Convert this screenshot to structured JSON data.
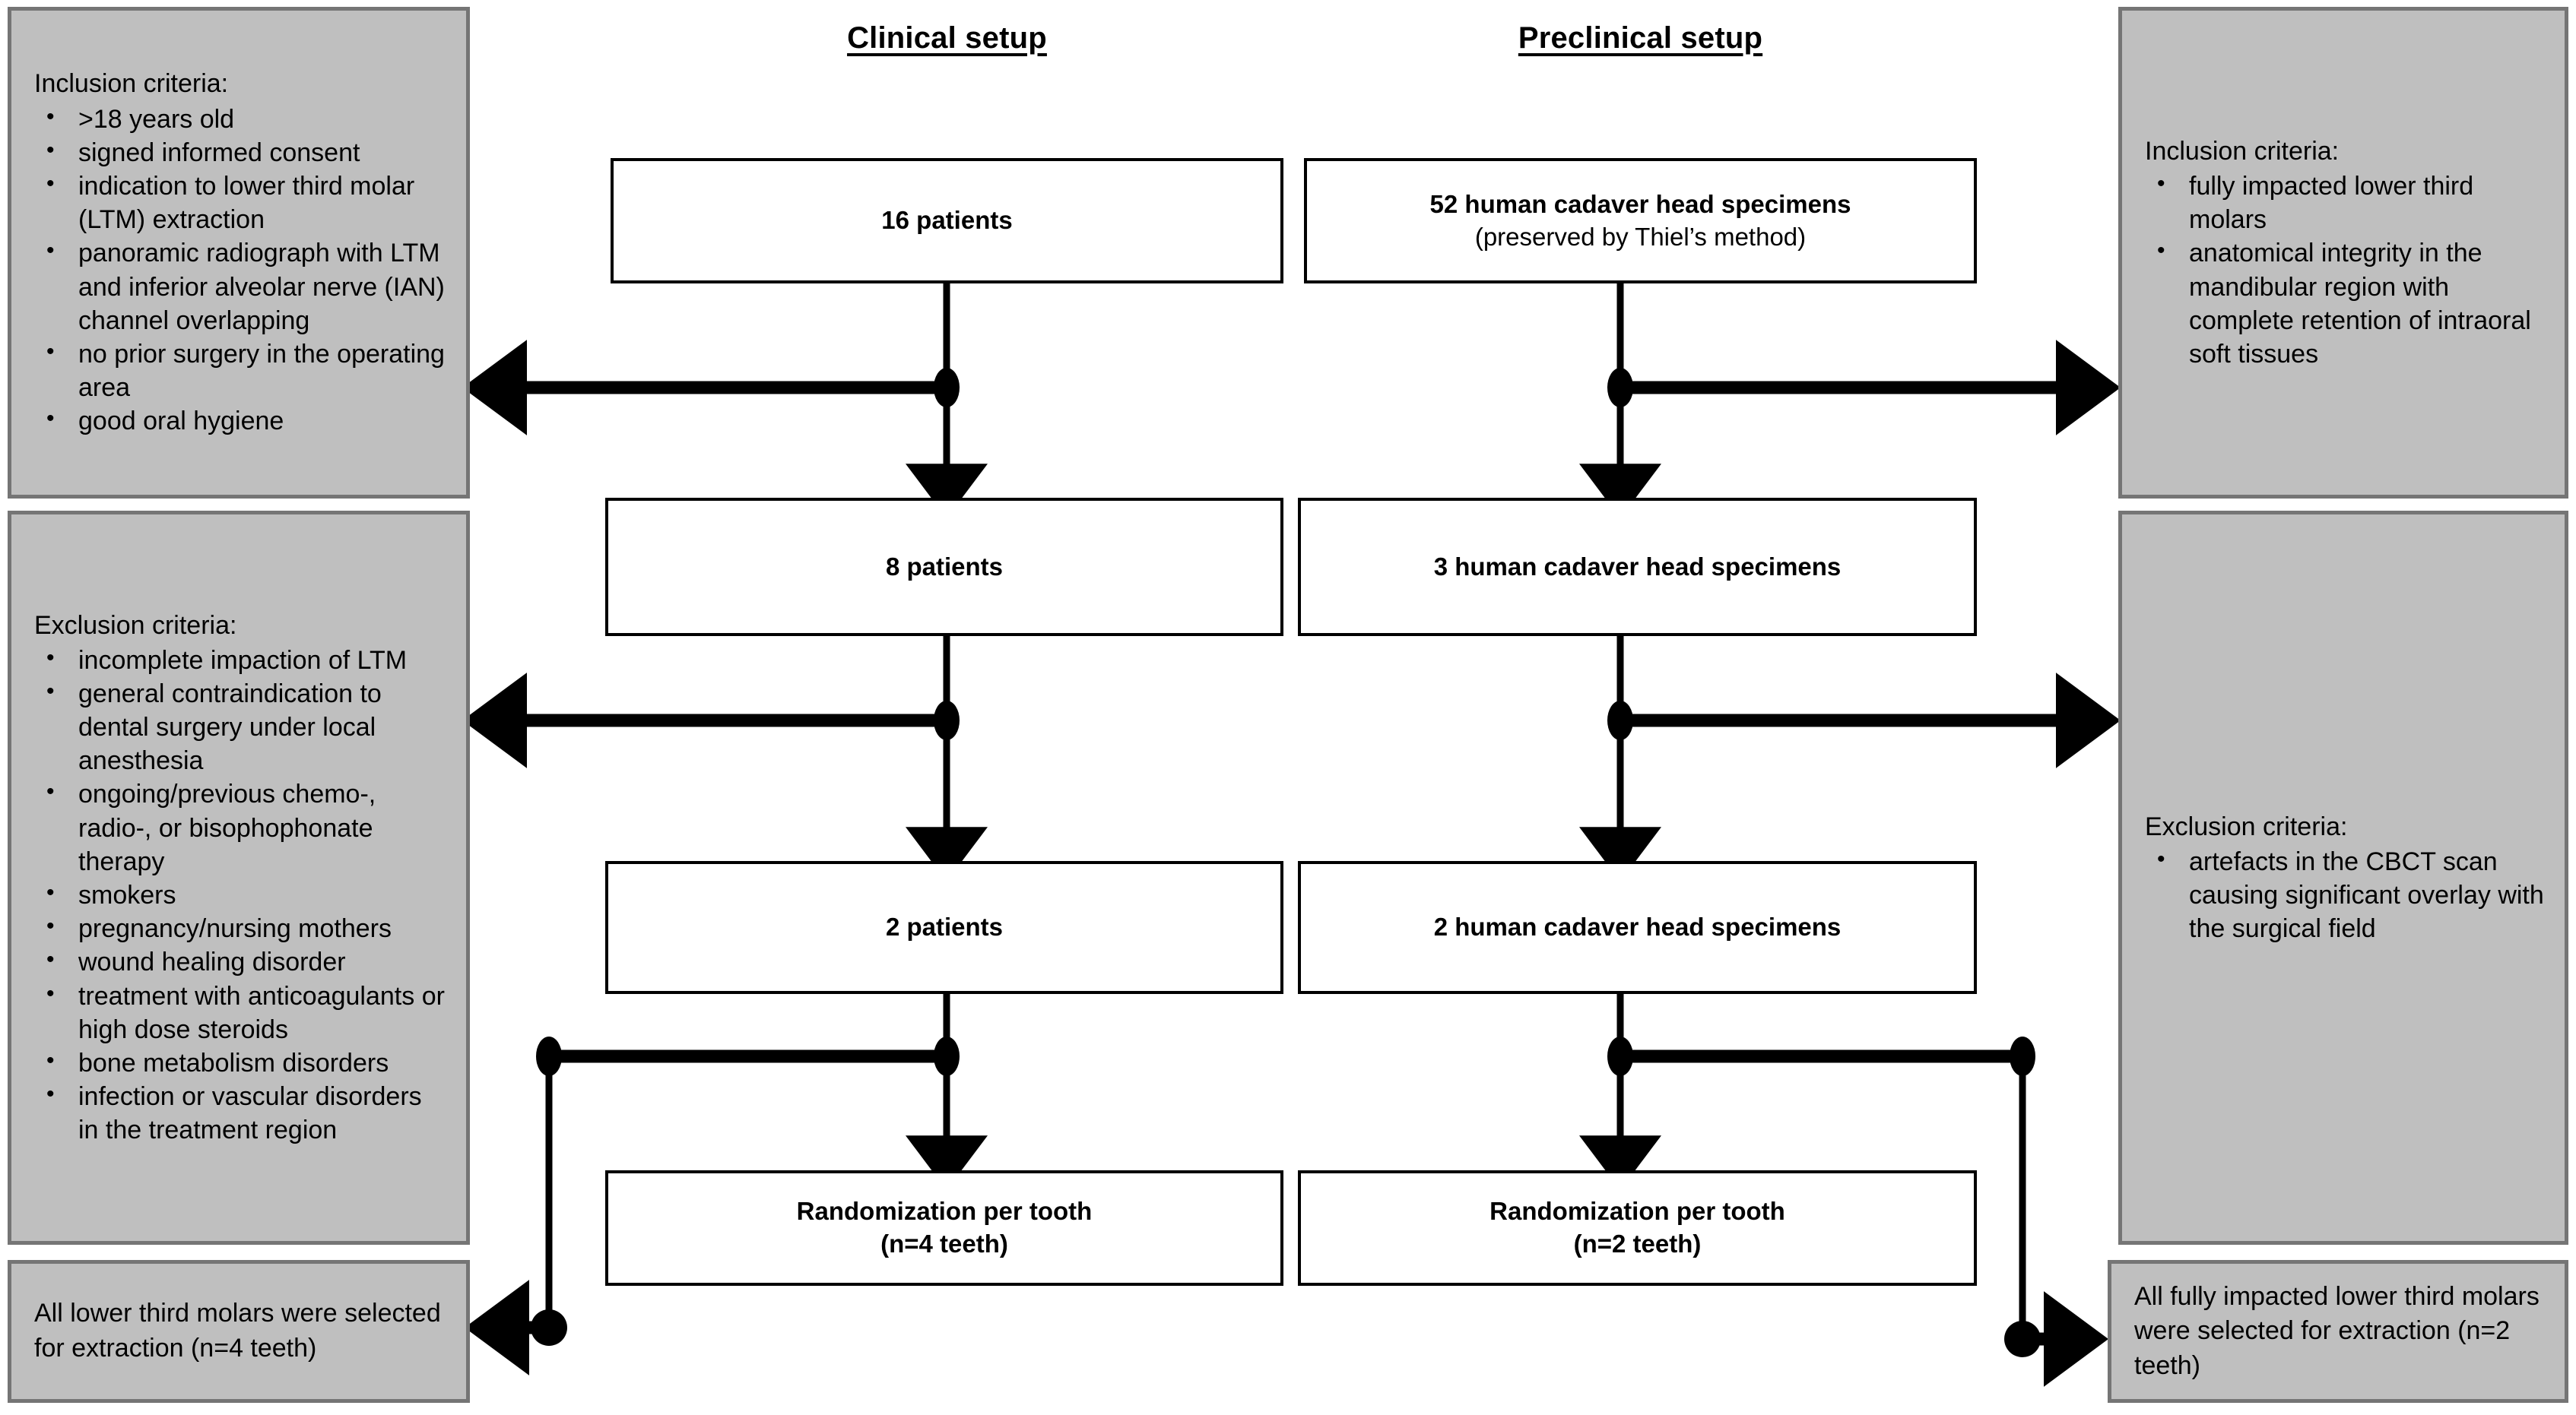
{
  "palette": {
    "grey_fill": "#bfbfbf",
    "grey_border": "#757575",
    "line": "#000000",
    "box_fill": "#ffffff",
    "box_border": "#000000"
  },
  "columns": [
    {
      "id": "clinical",
      "heading": "Clinical setup"
    },
    {
      "id": "preclinical",
      "heading": "Preclinical setup"
    }
  ],
  "flow": {
    "clinical": {
      "stage1": {
        "line1": "16 patients",
        "line2": ""
      },
      "stage2": {
        "line1": "8 patients",
        "line2": ""
      },
      "stage3": {
        "line1": "2 patients",
        "line2": ""
      },
      "stage4": {
        "line1": "Randomization per tooth",
        "line2": "(n=4 teeth)"
      }
    },
    "preclinical": {
      "stage1": {
        "line1": "52 human cadaver head specimens",
        "line2": "(preserved by Thiel’s method)"
      },
      "stage2": {
        "line1": "3 human cadaver head specimens",
        "line2": ""
      },
      "stage3": {
        "line1": "2 human cadaver head specimens",
        "line2": ""
      },
      "stage4": {
        "line1": "Randomization per tooth",
        "line2": "(n=2 teeth)"
      }
    }
  },
  "left_panel": {
    "inclusion": {
      "title": "Inclusion criteria:",
      "items": [
        ">18 years old",
        "signed informed consent",
        "indication to lower third molar (LTM) extraction",
        "panoramic radiograph with LTM and inferior alveolar nerve (IAN) channel overlapping",
        "no prior surgery in the operating area",
        "good oral hygiene"
      ]
    },
    "exclusion": {
      "title": "Exclusion criteria:",
      "items": [
        "incomplete impaction of LTM",
        "general contraindication to dental surgery under local anesthesia",
        "ongoing/previous chemo-, radio-, or bisophophonate therapy",
        "smokers",
        "pregnancy/nursing mothers",
        "wound healing disorder",
        "treatment with anticoagulants or high dose steroids",
        "bone metabolism disorders",
        "infection or vascular disorders in the treatment region"
      ]
    },
    "outcome": {
      "text": "All lower third molars were selected for extraction (n=4 teeth)"
    }
  },
  "right_panel": {
    "inclusion": {
      "title": "Inclusion criteria:",
      "items": [
        "fully impacted lower third molars",
        "anatomical integrity in the mandibular region with complete retention of intraoral soft tissues"
      ]
    },
    "exclusion": {
      "title": "Exclusion criteria:",
      "items": [
        "artefacts in the CBCT scan causing significant overlay with the surgical field"
      ]
    },
    "outcome": {
      "text": "All fully impacted lower third molars were selected for extraction (n=2 teeth)"
    }
  }
}
